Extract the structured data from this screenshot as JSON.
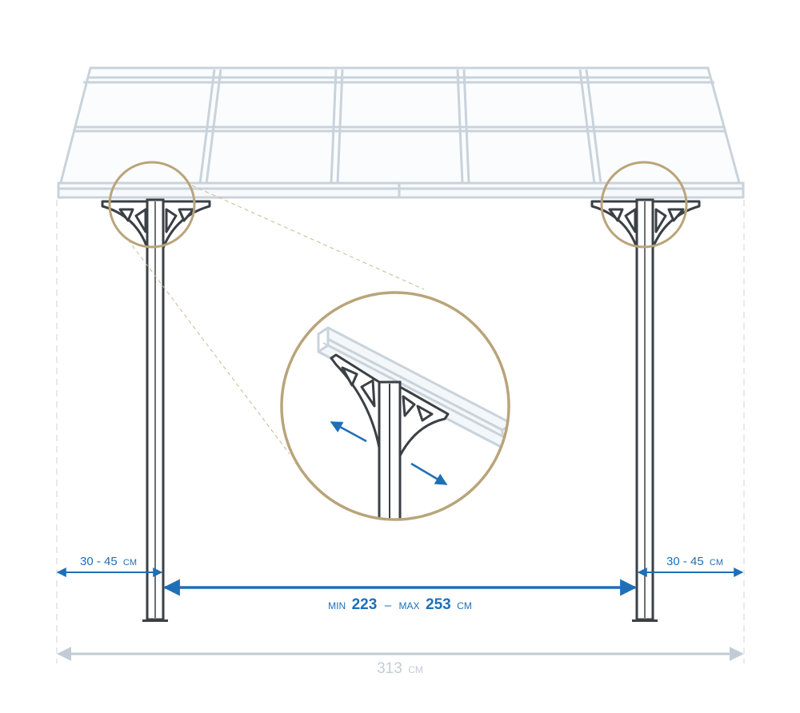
{
  "dimensions": {
    "left_offset": {
      "value": "30 - 45",
      "unit": "CM"
    },
    "right_offset": {
      "value": "30 - 45",
      "unit": "CM"
    },
    "post_spacing": {
      "min_word": "MIN",
      "min_value": "223",
      "sep": "–",
      "max_word": "MAX",
      "max_value": "253",
      "unit": "CM"
    },
    "total_width": {
      "value": "313",
      "unit": "CM"
    }
  },
  "colors": {
    "roof": "#c9d3dc",
    "post": "#3b4045",
    "dimension_blue": "#1f6fb6",
    "dimension_grey": "#c3ccd4",
    "callout_gold": "#b9a47a",
    "dashed_guide": "#d9dde1"
  },
  "icons": {
    "bracket": "post-bracket-icon",
    "arrow": "double-arrow-icon"
  }
}
